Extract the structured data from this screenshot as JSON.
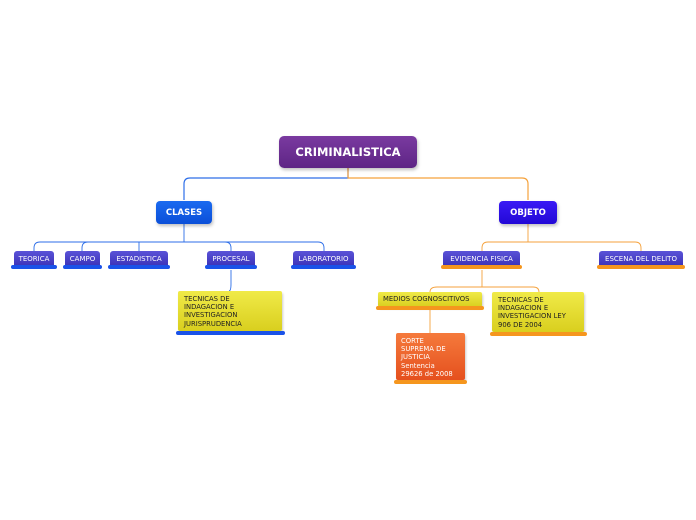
{
  "root": {
    "label": "CRIMINALISTICA"
  },
  "clases": {
    "label": "CLASES",
    "items": [
      "TEORICA",
      "CAMPO",
      "ESTADISTICA",
      "PROCESAL",
      "LABORATORIO"
    ],
    "procesal_note": [
      "TECNICAS DE",
      "INDAGACION E",
      "INVESTIGACION",
      "JURISPRUDENCIA"
    ]
  },
  "objeto": {
    "label": "OBJETO",
    "items": [
      "EVIDENCIA FISICA",
      "ESCENA DEL DELITO"
    ],
    "evidencia_children": {
      "medios": "MEDIOS COGNOSCITIVOS",
      "tecnicas": [
        "TECNICAS DE",
        "INDAGACION E",
        "INVESTIGACION LEY",
        "906 DE 2004"
      ]
    },
    "corte": [
      "CORTE",
      "SUPREMA DE",
      "JUSTICIA",
      "Sentencia",
      "29626 de 2008"
    ]
  },
  "colors": {
    "root": "#6a2c91",
    "clases": "#0b5ce6",
    "objeto": "#2a0fe0",
    "blue_line": "#2d6ee8",
    "orange_line": "#f5a23c"
  }
}
